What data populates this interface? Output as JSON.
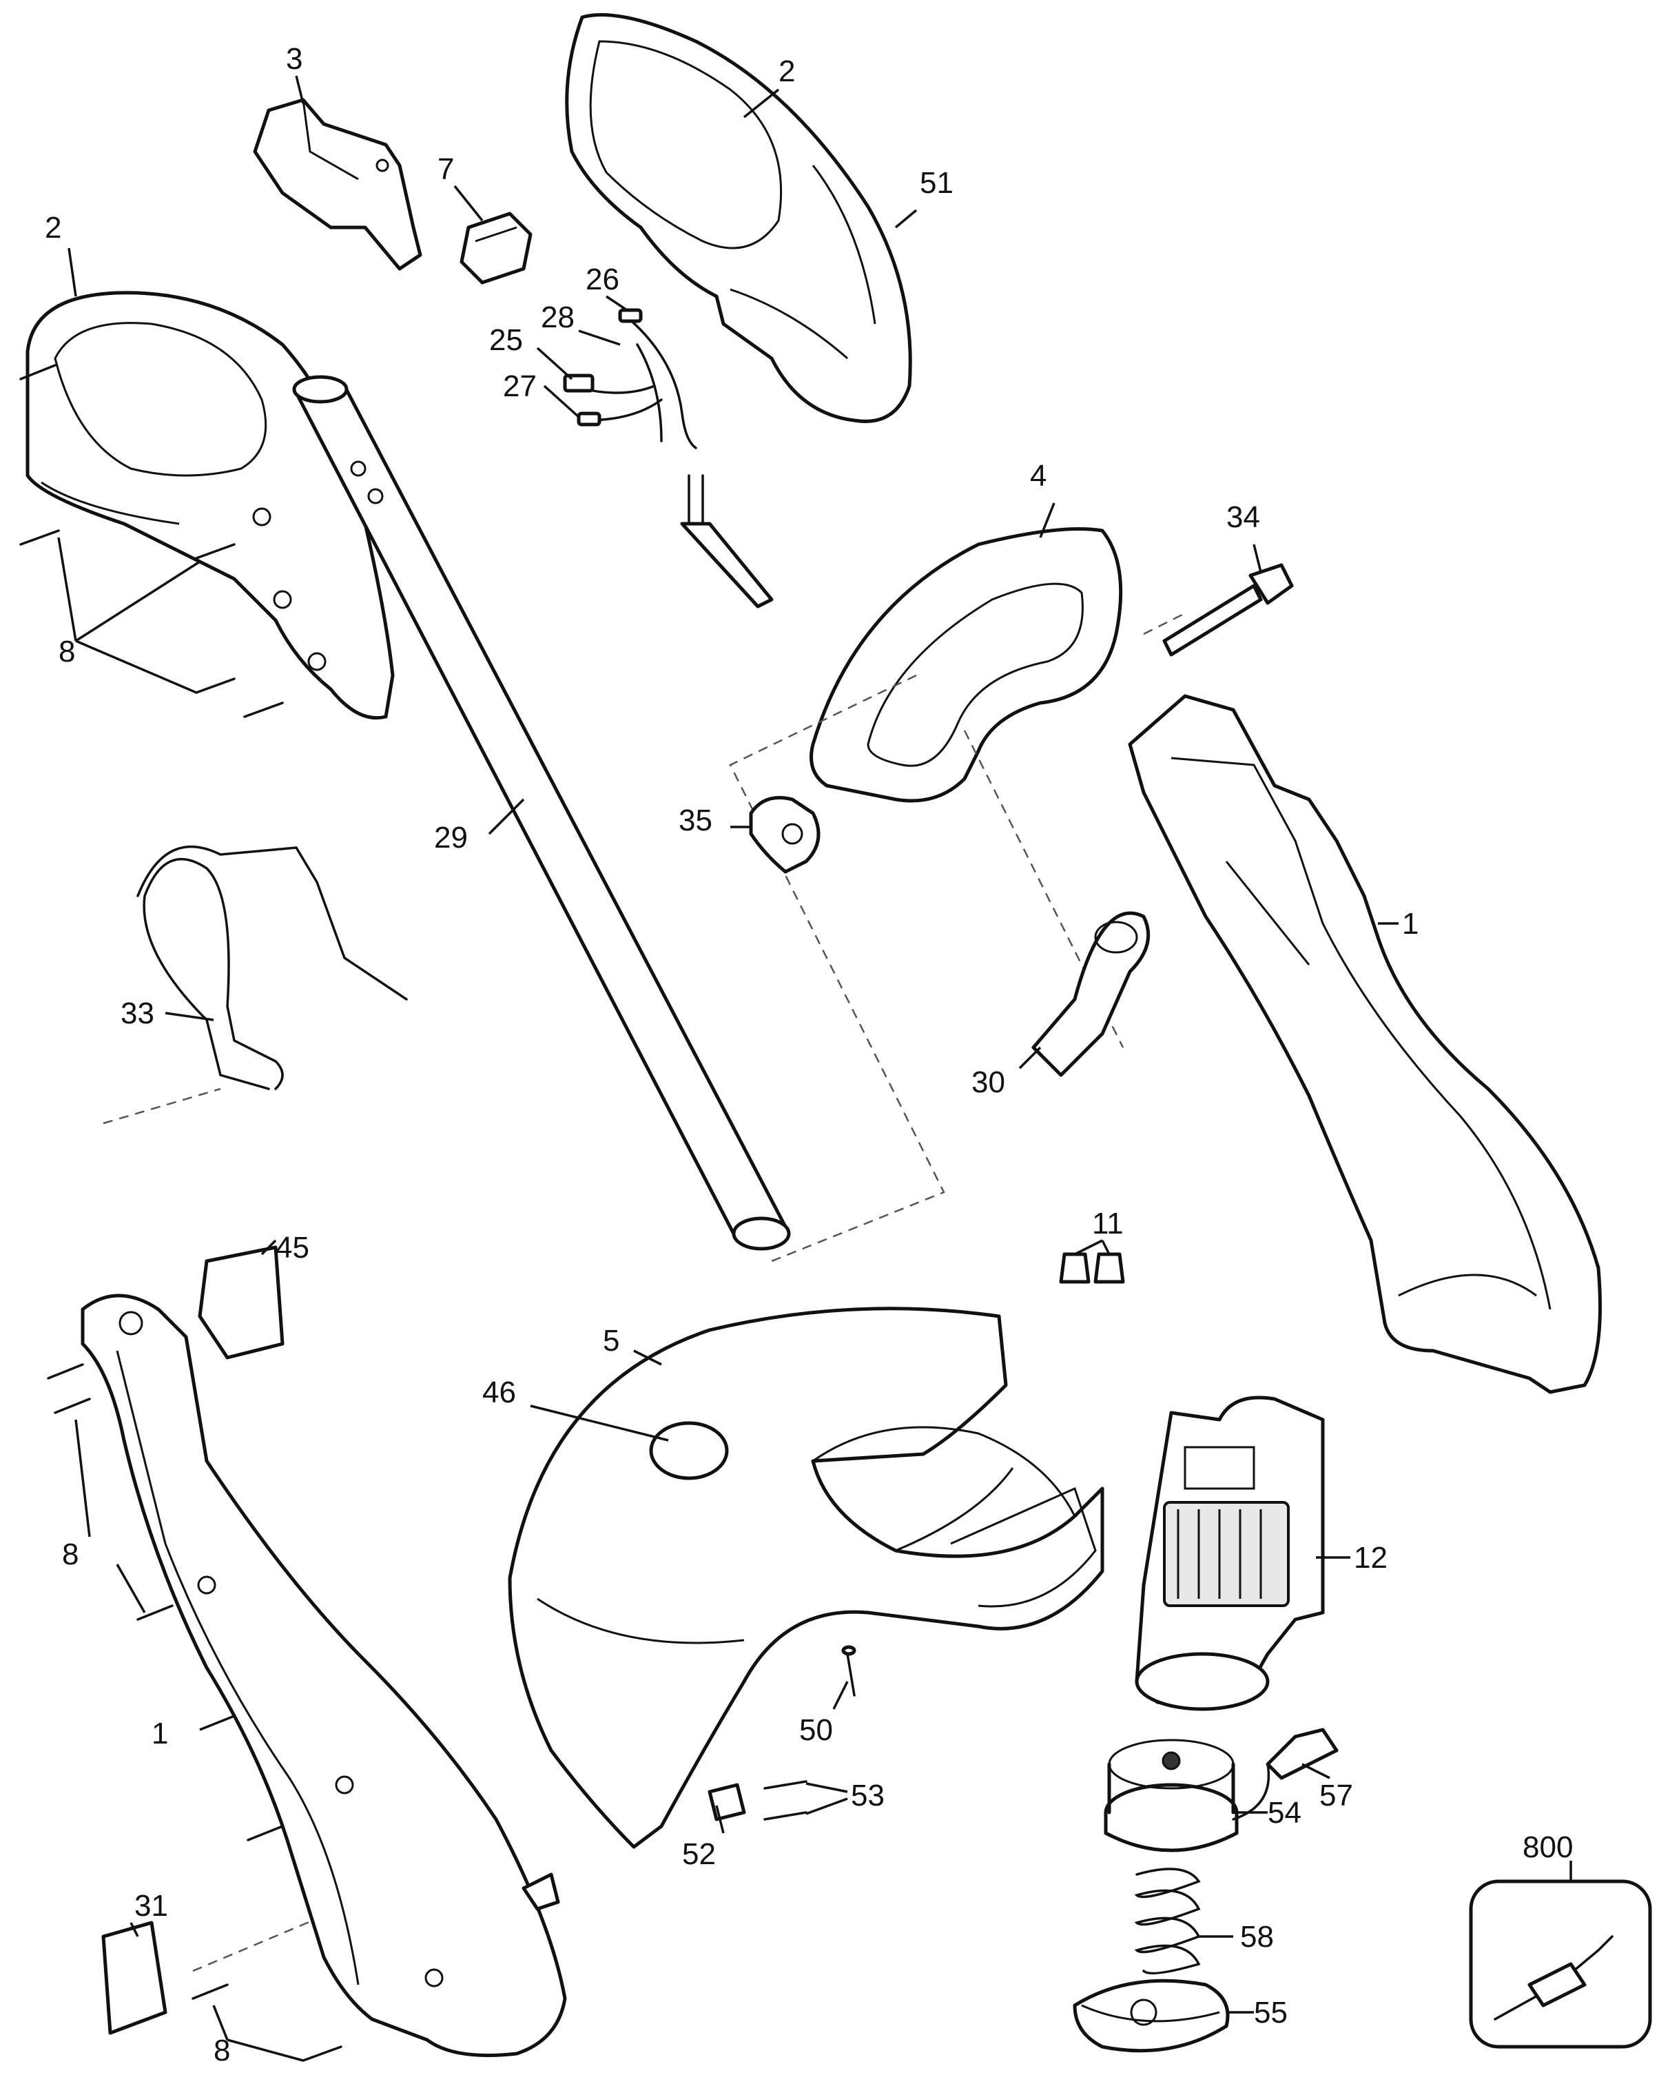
{
  "labels": {
    "p1a": "1",
    "p1b": "1",
    "p2a": "2",
    "p2b": "2",
    "p3": "3",
    "p4": "4",
    "p5": "5",
    "p7": "7",
    "p8a": "8",
    "p8b": "8",
    "p8c": "8",
    "p11": "11",
    "p12": "12",
    "p25": "25",
    "p26": "26",
    "p27": "27",
    "p28": "28",
    "p29": "29",
    "p30": "30",
    "p31": "31",
    "p33": "33",
    "p34": "34",
    "p35": "35",
    "p45": "45",
    "p46": "46",
    "p50": "50",
    "p51": "51",
    "p52": "52",
    "p53": "53",
    "p54": "54",
    "p55": "55",
    "p57": "57",
    "p58": "58",
    "p800": "800"
  }
}
